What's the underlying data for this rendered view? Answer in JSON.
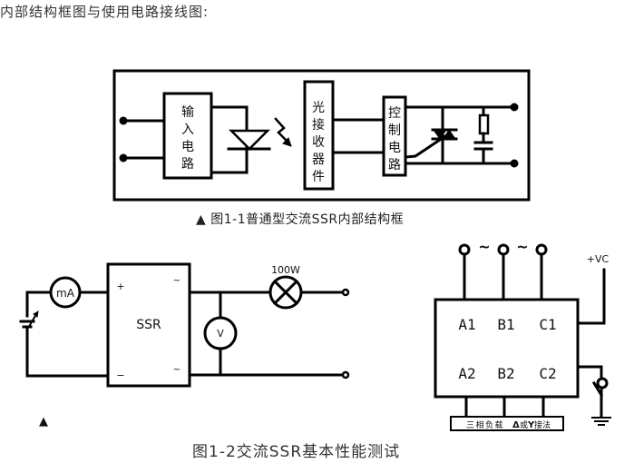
{
  "header": {
    "title": "内部结构框图与使用电路接线图:"
  },
  "figure1": {
    "caption_marker": "▲",
    "caption": "图1-1普通型交流SSR内部结构框",
    "blocks": {
      "input_circuit": [
        "输",
        "入",
        "电",
        "路"
      ],
      "light_receiver": [
        "光",
        "接",
        "收",
        "器",
        "件"
      ],
      "control_circuit": [
        "控",
        "制",
        "电",
        "路"
      ]
    },
    "components": [
      "led-diode",
      "light-emission-arrow",
      "triac",
      "resistor",
      "capacitor"
    ]
  },
  "figure2": {
    "caption": "图1-2交流SSR基本性能测试",
    "left_circuit": {
      "ssr_label": "SSR",
      "plus_label": "+",
      "minus_label": "−",
      "ac_symbol_top": "~",
      "ac_symbol_bottom": "~",
      "ammeter_label": "mA",
      "voltmeter_label": "V",
      "lamp_label": "100W",
      "marker": "▲"
    },
    "right_circuit": {
      "tilde_1": "~",
      "tilde_2": "~",
      "terminals_top": [
        "A1",
        "B1",
        "C1"
      ],
      "terminals_bottom": [
        "A2",
        "B2",
        "C2"
      ],
      "supply_label": "+VC",
      "load_label_part1": "三相负载",
      "load_label_delta": "Δ",
      "load_label_or": "或",
      "load_label_y": "Y",
      "load_label_part2": "接法"
    }
  }
}
